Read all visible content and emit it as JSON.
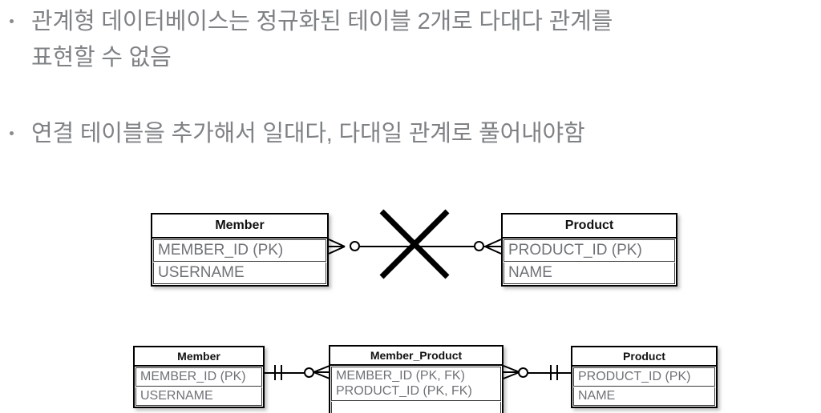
{
  "slide": {
    "background_color": "#ffffff",
    "text_color": "#7f8285",
    "line_color": "#000000"
  },
  "bullets": [
    {
      "marker": "bullet-dot",
      "text": "관계형 데이터베이스는 정규화된 테이블 2개로 다대다 관계를\n표현할 수 없음"
    },
    {
      "marker": "bullet-dot",
      "text": "연결 테이블을 추가해서 일대다, 다대일 관계로 풀어내야함"
    }
  ],
  "diagram_top": {
    "caption": "many-to-many-invalid",
    "tables": [
      {
        "id": "member",
        "title": "Member",
        "rows": [
          "MEMBER_ID (PK)",
          "USERNAME"
        ]
      },
      {
        "id": "product",
        "title": "Product",
        "rows": [
          "PRODUCT_ID (PK)",
          "NAME"
        ]
      }
    ],
    "relationship": {
      "left_end": "zero-or-many",
      "right_end": "zero-or-many",
      "invalid_marker": "x-cross"
    }
  },
  "diagram_bottom": {
    "caption": "one-to-many-and-many-to-one",
    "tables": [
      {
        "id": "member",
        "title": "Member",
        "rows": [
          "MEMBER_ID (PK)",
          "USERNAME"
        ]
      },
      {
        "id": "member-product",
        "title": "Member_Product",
        "rows": [
          "MEMBER_ID (PK, FK)\nPRODUCT_ID (PK, FK)",
          ""
        ]
      },
      {
        "id": "product",
        "title": "Product",
        "rows": [
          "PRODUCT_ID (PK)",
          "NAME"
        ]
      }
    ],
    "relationships": [
      {
        "from": "member",
        "to": "member-product",
        "from_end": "exactly-one",
        "to_end": "zero-or-many"
      },
      {
        "from": "member-product",
        "to": "product",
        "from_end": "zero-or-many",
        "to_end": "exactly-one"
      }
    ]
  }
}
